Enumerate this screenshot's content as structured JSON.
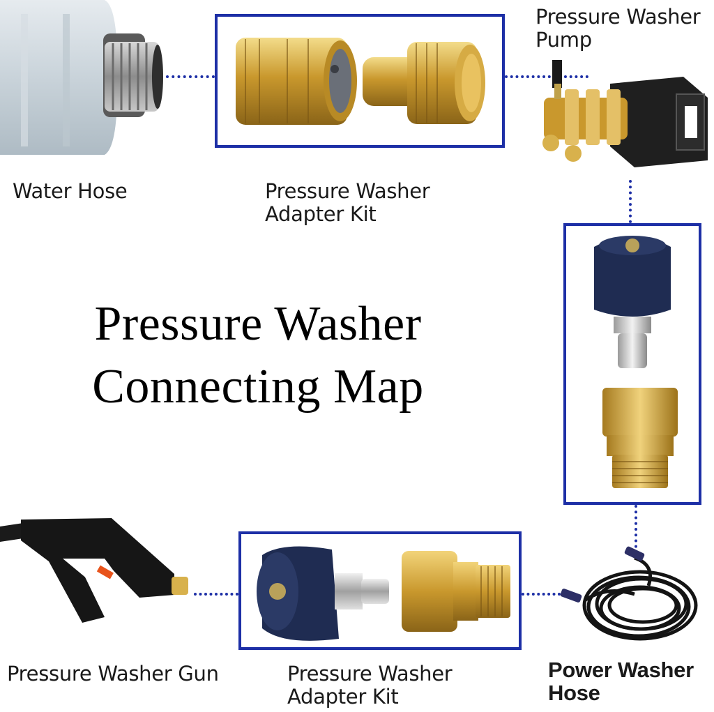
{
  "title": {
    "line1": "Pressure Washer",
    "line2": "Connecting Map"
  },
  "labels": {
    "water_hose": "Water Hose",
    "adapter_kit_top_line1": "Pressure Washer",
    "adapter_kit_top_line2": "Adapter Kit",
    "pump_line1": "Pressure Washer",
    "pump_line2": "Pump",
    "gun": "Pressure Washer Gun",
    "adapter_kit_bottom_line1": "Pressure Washer",
    "adapter_kit_bottom_line2": "Adapter Kit",
    "power_hose_line1": "Power Washer",
    "power_hose_line2": "Hose"
  },
  "icons": [
    "water-hose-icon",
    "quick-connect-adapter-icon",
    "pressure-washer-pump-icon",
    "m22-coupler-icon",
    "pressure-washer-gun-icon",
    "power-washer-hose-icon"
  ],
  "colors": {
    "frame_blue": "#1d2fa6",
    "brass": "#d4a83a",
    "navy_coupler": "#1f2c52"
  }
}
